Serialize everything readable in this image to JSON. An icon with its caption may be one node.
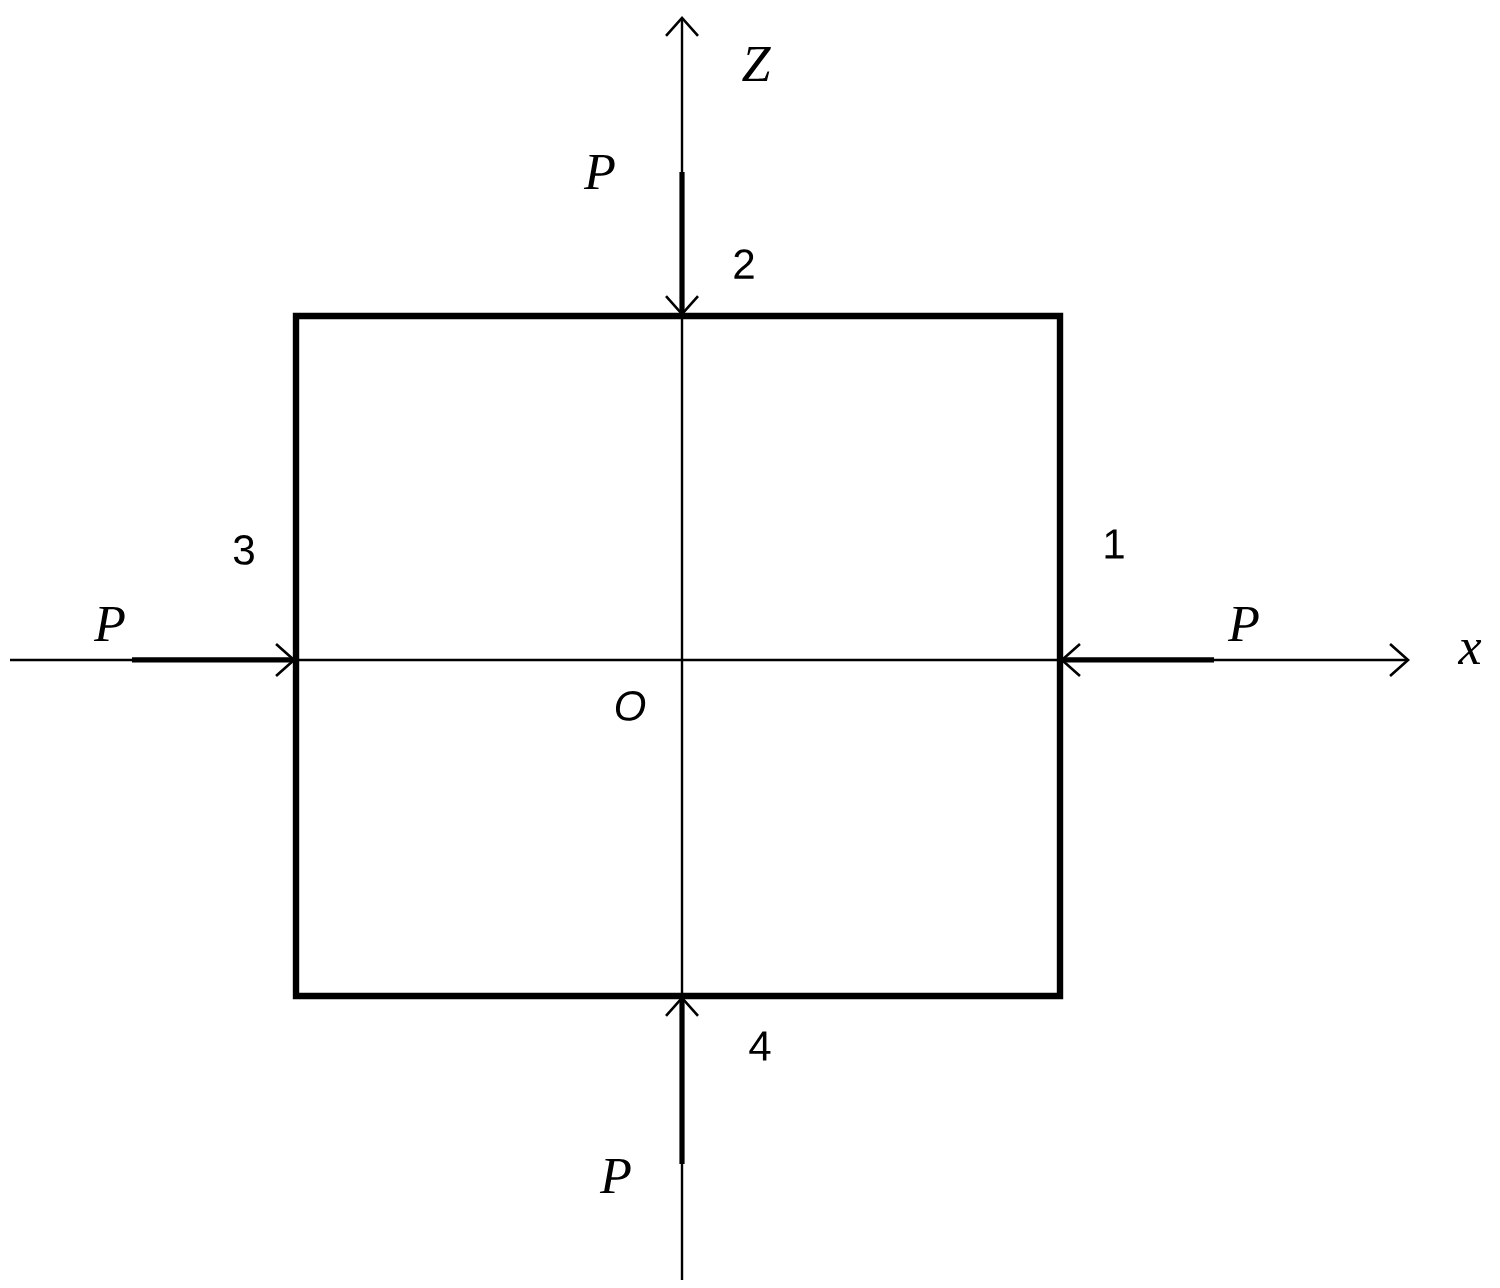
{
  "diagram": {
    "nodes": [
      {
        "text": [],
        "shape": "box"
      }
    ],
    "labels": [
      "Z",
      "P",
      "2",
      "3",
      "1",
      "P",
      "P",
      "x",
      "O",
      "4",
      "P"
    ]
  }
}
